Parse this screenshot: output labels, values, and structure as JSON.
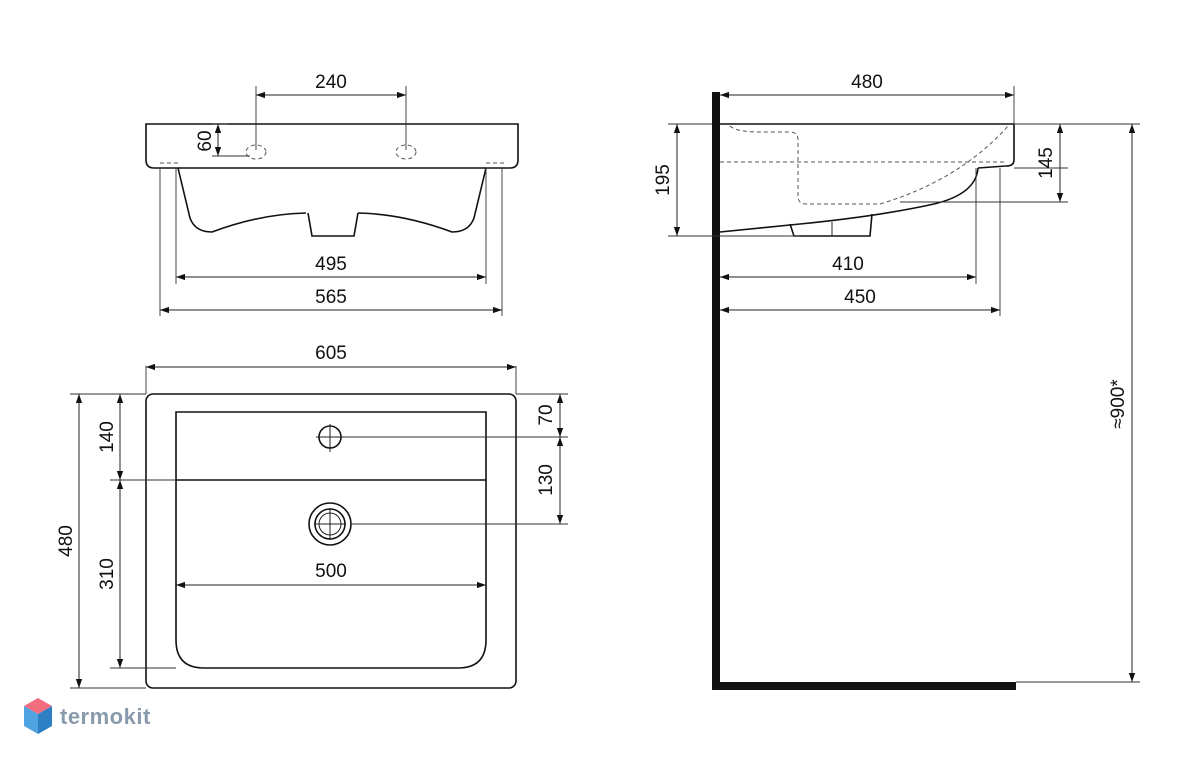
{
  "drawing": {
    "front_view": {
      "dim_tap_spacing": "240",
      "dim_tap_height": "60",
      "dim_inner_width": "495",
      "dim_outer_width": "565"
    },
    "top_view": {
      "dim_total_width": "605",
      "dim_total_depth": "480",
      "dim_deck_depth": "140",
      "dim_bowl_depth": "310",
      "dim_tap_offset": "70",
      "dim_drain_offset": "130",
      "dim_bowl_width": "500"
    },
    "side_view": {
      "dim_depth": "480",
      "dim_height": "195",
      "dim_bowl_height": "145",
      "dim_bowl_depth": "410",
      "dim_bracket_depth": "450",
      "dim_mount_height": "≈900*"
    }
  },
  "brand": {
    "name": "termokit",
    "icon": "cube-logo-icon",
    "colors": {
      "top": "#f26d7d",
      "left": "#4fa3e0",
      "right": "#2f7fc4",
      "text": "#8a9aad"
    }
  }
}
